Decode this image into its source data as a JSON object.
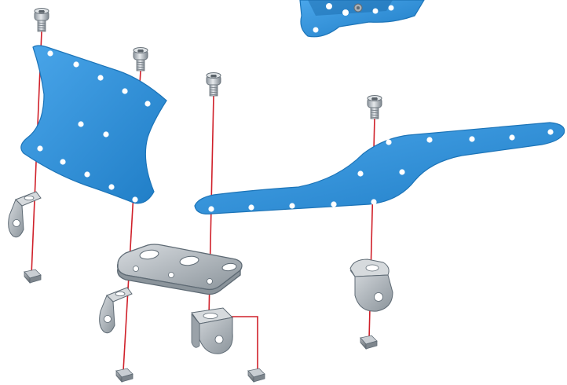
{
  "figure": {
    "kind": "exploded assembly illustration",
    "colors": {
      "plate": "#2f8fd6",
      "plate_edge": "#1c74b8",
      "hole": "#ffffff",
      "guide_line": "#d0202a",
      "screw": "#b9bec4",
      "bracket": "#c9ced3",
      "nut": "#8a9096"
    },
    "parts": [
      {
        "name": "screw",
        "count": 4
      },
      {
        "name": "blue-perforated-plate",
        "count": 3
      },
      {
        "name": "angle-bracket",
        "count": 4
      },
      {
        "name": "flat-slotted-plate",
        "count": 1
      },
      {
        "name": "square-nut",
        "count": 4
      }
    ]
  }
}
